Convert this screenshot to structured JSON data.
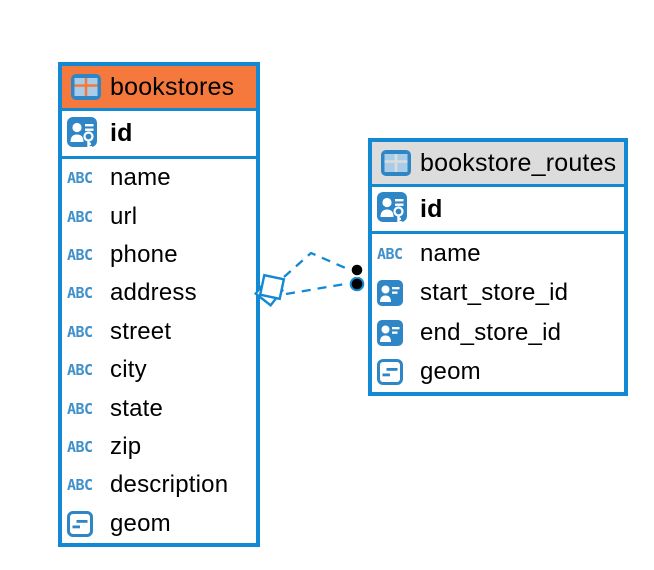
{
  "colors": {
    "accent_blue": "#1289d2",
    "icon_blue": "#2e86c6",
    "cell_blue": "#a9cde9",
    "abc_blue": "#4090cc",
    "bookstores_header": "#f5793c",
    "routes_header": "#dcdcdc",
    "canvas_bg": "#ffffff",
    "text": "#000000",
    "connector_dot": "#000000"
  },
  "icons": {
    "text_type_label": "ABC"
  },
  "tables": [
    {
      "name": "bookstores",
      "columns": [
        {
          "name": "id",
          "type": "primary-key"
        },
        {
          "name": "name",
          "type": "text"
        },
        {
          "name": "url",
          "type": "text"
        },
        {
          "name": "phone",
          "type": "text"
        },
        {
          "name": "address",
          "type": "text"
        },
        {
          "name": "street",
          "type": "text"
        },
        {
          "name": "city",
          "type": "text"
        },
        {
          "name": "state",
          "type": "text"
        },
        {
          "name": "zip",
          "type": "text"
        },
        {
          "name": "description",
          "type": "text"
        },
        {
          "name": "geom",
          "type": "geometry"
        }
      ]
    },
    {
      "name": "bookstore_routes",
      "columns": [
        {
          "name": "id",
          "type": "primary-key"
        },
        {
          "name": "name",
          "type": "text"
        },
        {
          "name": "start_store_id",
          "type": "foreign-key"
        },
        {
          "name": "end_store_id",
          "type": "foreign-key"
        },
        {
          "name": "geom",
          "type": "geometry"
        }
      ]
    }
  ],
  "relationship": {
    "connects": [
      "bookstores",
      "bookstore_routes"
    ],
    "line_style": "dashed"
  }
}
